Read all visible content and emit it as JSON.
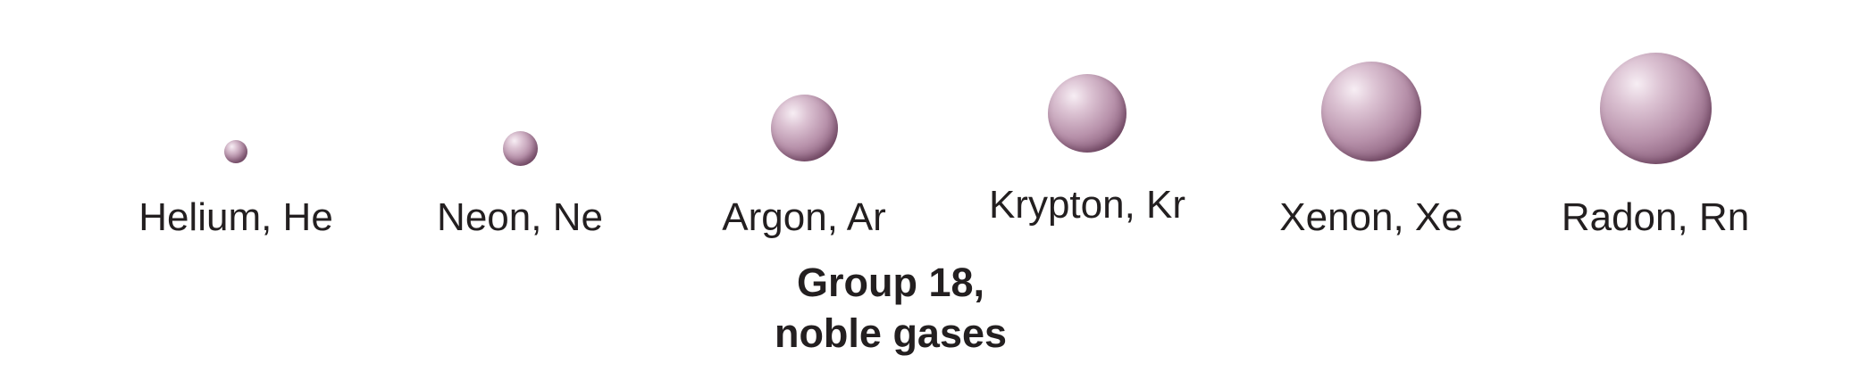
{
  "elements": [
    {
      "name": "Helium",
      "symbol": "He",
      "label": "Helium, He",
      "relative_size": 1.0
    },
    {
      "name": "Neon",
      "symbol": "Ne",
      "label": "Neon, Ne",
      "relative_size": 1.5
    },
    {
      "name": "Argon",
      "symbol": "Ar",
      "label": "Argon, Ar",
      "relative_size": 2.9
    },
    {
      "name": "Krypton",
      "symbol": "Kr",
      "label": "Krypton, Kr",
      "relative_size": 3.4
    },
    {
      "name": "Xenon",
      "symbol": "Xe",
      "label": "Xenon, Xe",
      "relative_size": 4.3
    },
    {
      "name": "Radon",
      "symbol": "Rn",
      "label": "Radon, Rn",
      "relative_size": 4.8
    }
  ],
  "group": {
    "line1": "Group 18,",
    "line2": "noble gases"
  },
  "colors": {
    "sphere": "#b892ab",
    "text": "#231f20"
  }
}
